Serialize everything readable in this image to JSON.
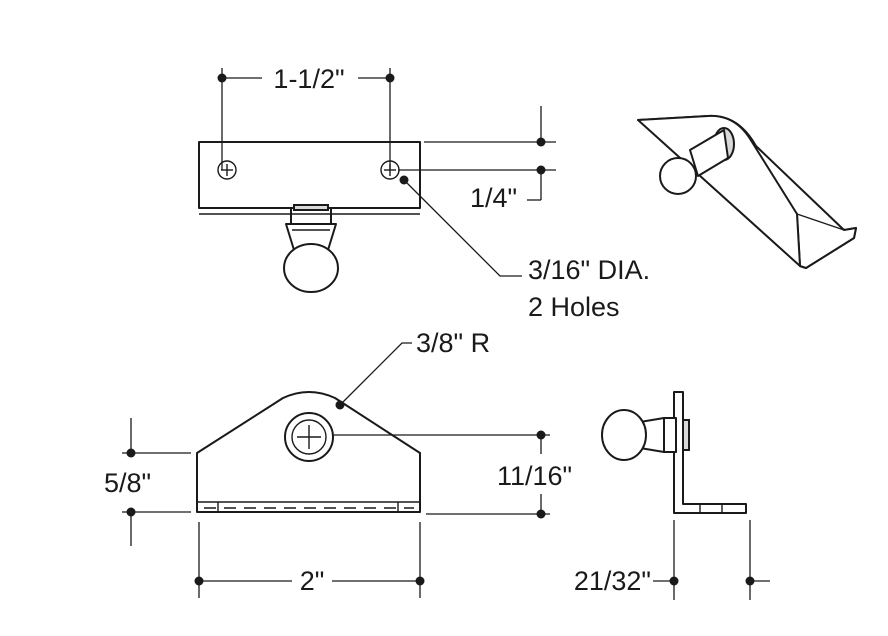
{
  "dimensions": {
    "hole_spacing": "1-1/2\"",
    "hole_edge_offset": "1/4\"",
    "hole_callout_line1": "3/16\" DIA.",
    "hole_callout_line2": "2 Holes",
    "radius": "3/8\" R",
    "ball_center_height": "5/8\"",
    "bracket_height": "11/16\"",
    "base_length": "2\"",
    "flange_width": "21/32\""
  },
  "colors": {
    "line": "#1a1a1a",
    "background": "#ffffff"
  }
}
